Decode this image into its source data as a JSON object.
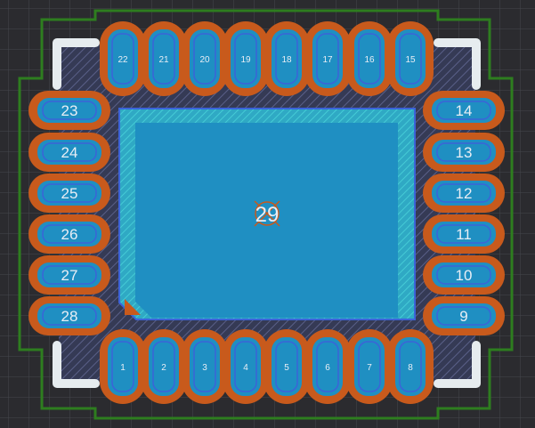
{
  "footprint": {
    "center_pad_label": "29",
    "pads_bottom": [
      "1",
      "2",
      "3",
      "4",
      "5",
      "6",
      "7",
      "8"
    ],
    "pads_right": [
      "9",
      "10",
      "11",
      "12",
      "13",
      "14"
    ],
    "pads_top": [
      "15",
      "16",
      "17",
      "18",
      "19",
      "20",
      "21",
      "22"
    ],
    "pads_left": [
      "23",
      "24",
      "25",
      "26",
      "27",
      "28"
    ]
  },
  "colors": {
    "background": "#2b2b2f",
    "grid": "#44464c",
    "courtyard": "#2e7d1f",
    "silkscreen": "#e6ecef",
    "solder_mask": "#c85a1c",
    "copper_pad": "#1f8fc2",
    "paste_outline": "#3c63d8",
    "thermal_border": "#39bccd",
    "body_hatch": "#4e5376"
  }
}
